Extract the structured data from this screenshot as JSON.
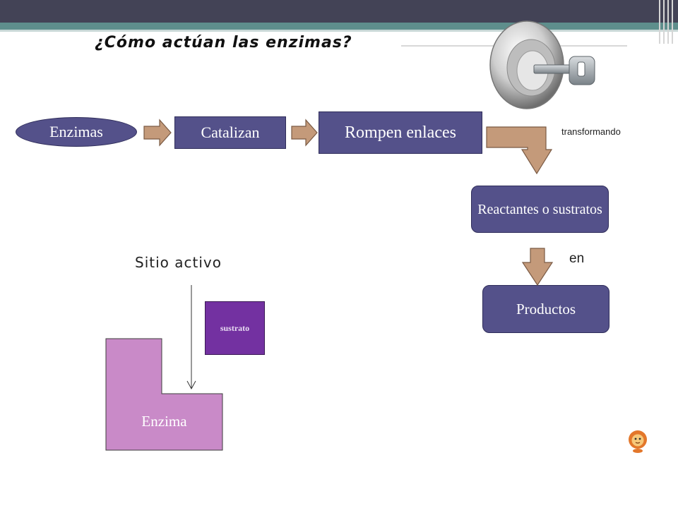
{
  "slide": {
    "title": "¿Cómo actúan las enzimas?"
  },
  "flow": {
    "enzimas": "Enzimas",
    "catalizan": "Catalizan",
    "rompen_enlaces": "Rompen enlaces",
    "transformando": "transformando",
    "reactantes": "Reactantes o sustratos",
    "en": "en",
    "productos": "Productos"
  },
  "diagram": {
    "sitio_activo": "Sitio activo",
    "sustrato": "sustrato",
    "enzima": "Enzima"
  },
  "colors": {
    "box_fill": "#54518a",
    "arrow_fill": "#c49a7a",
    "sustrato_fill": "#7331a1",
    "enzima_fill": "#c98ac8",
    "header_dark": "#434356",
    "header_teal": "#5e8e8c"
  },
  "icons": {
    "decoration": "key-in-lock-icon",
    "corner": "lion-icon"
  }
}
